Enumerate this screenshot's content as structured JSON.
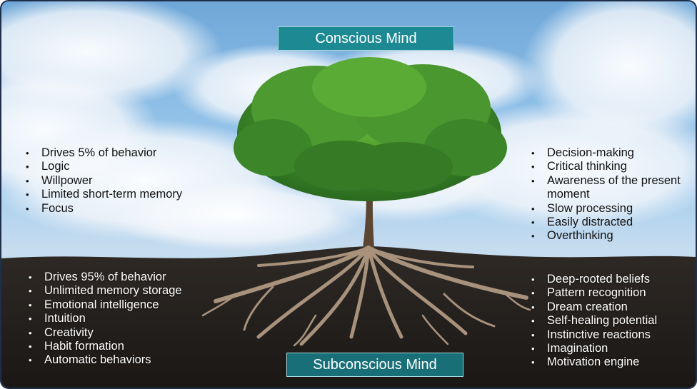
{
  "conscious": {
    "title": "Conscious Mind",
    "left_items": [
      "Drives 5% of behavior",
      "Logic",
      "Willpower",
      "Limited short-term memory",
      "Focus"
    ],
    "right_items": [
      "Decision-making",
      "Critical thinking",
      "Awareness of the present moment",
      "Slow processing",
      "Easily distracted",
      "Overthinking"
    ]
  },
  "subconscious": {
    "title": "Subconscious Mind",
    "left_items": [
      "Drives 95% of behavior",
      "Unlimited memory storage",
      "Emotional intelligence",
      "Intuition",
      "Creativity",
      "Habit formation",
      "Automatic behaviors"
    ],
    "right_items": [
      "Deep-rooted beliefs",
      "Pattern recognition",
      "Dream creation",
      "Self-healing potential",
      "Instinctive reactions",
      "Imagination",
      "Motivation engine"
    ]
  },
  "colors": {
    "title_box": "#1d8a93",
    "sky": "#8cbde6",
    "soil": "#262220",
    "foliage": "#3f8a2a",
    "roots": "#a8927c",
    "frame_border": "#1f2f4a"
  }
}
